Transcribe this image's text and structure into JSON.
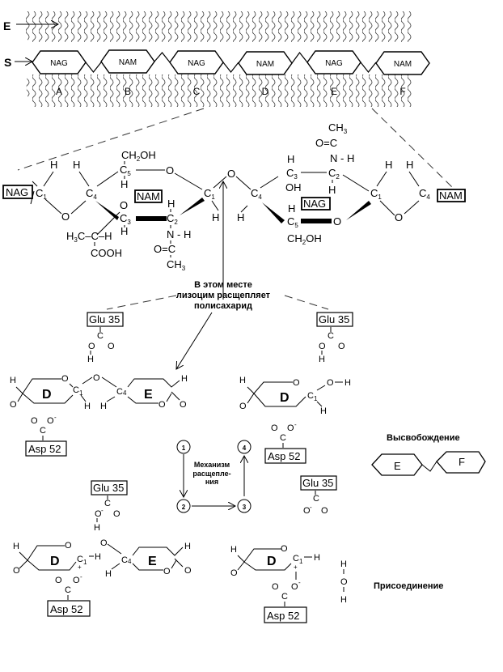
{
  "top_chain": {
    "enzyme_label": "E",
    "substrate_label": "S",
    "units": [
      "NAG",
      "NAM",
      "NAG",
      "NAM",
      "NAG",
      "NAM"
    ],
    "site_labels": [
      "A",
      "B",
      "C",
      "D",
      "E",
      "F"
    ]
  },
  "structure": {
    "residues": [
      "NAG",
      "NAM",
      "NAG",
      "NAM"
    ],
    "atoms": {
      "c1": "C",
      "c1_sub": "1",
      "c2": "C",
      "c2_sub": "2",
      "c3": "C",
      "c3_sub": "3",
      "c4": "C",
      "c4_sub": "4",
      "c5": "C",
      "c5_sub": "5",
      "o": "O",
      "h": "H",
      "oh": "OH",
      "ch2oh_a": "CH",
      "ch2oh_sub": "2",
      "ch2oh_b": "OH",
      "ch3": "CH",
      "ch3_sub": "3",
      "h3c_a": "H",
      "h3c_sub": "3",
      "h3c_b": "C–C–H",
      "cooh": "COOH",
      "nh": "N - H",
      "oc": "O=C"
    }
  },
  "cleavage_note": {
    "line1": "В этом месте",
    "line2": "лизоцим расщепляет",
    "line3": "полисахарид"
  },
  "residue_labels": {
    "glu": "Glu 35",
    "asp": "Asp 52"
  },
  "rings": {
    "d": "D",
    "e": "E",
    "f": "F"
  },
  "mechanism": {
    "title_line1": "Механизм",
    "title_line2": "расщепле-",
    "title_line3": "ния",
    "steps": [
      "1",
      "2",
      "3",
      "4"
    ]
  },
  "release_label": "Высвобождение",
  "addition_label": "Присоединение",
  "charges": {
    "minus": "-",
    "plus": "+"
  }
}
